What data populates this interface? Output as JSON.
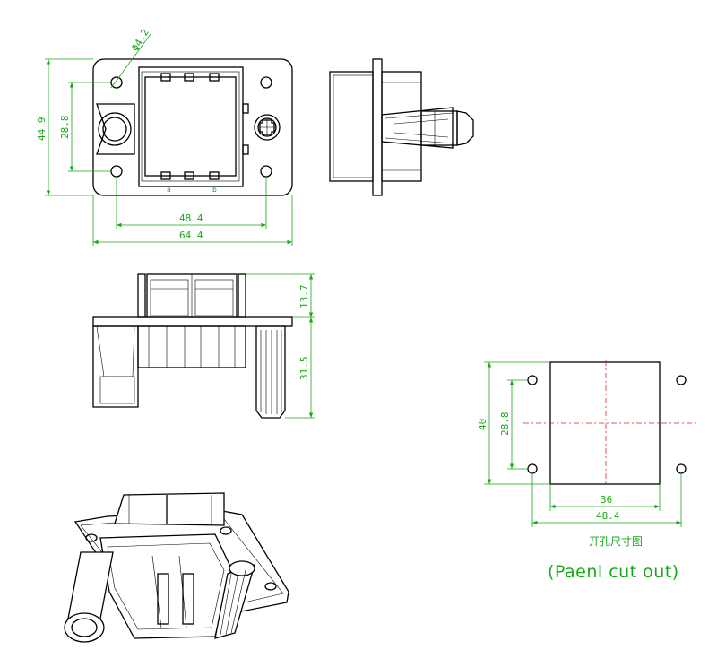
{
  "colors": {
    "outline": "#000000",
    "dimension": "#1aa81a",
    "centerline": "#e02020",
    "background": "#ffffff"
  },
  "front_view": {
    "dim_hole_diameter": "Φ4.2",
    "dim_height_total": "44.9",
    "dim_height_holes": "28.8",
    "dim_width_holes": "48.4",
    "dim_width_total": "64.4",
    "terminal_label_a": "a",
    "terminal_label_b": "b"
  },
  "bottom_view": {
    "dim_top": "13.7",
    "dim_bottom": "31.5"
  },
  "panel_cutout": {
    "dim_height_total": "40",
    "dim_height_holes": "28.8",
    "dim_width_cutout": "36",
    "dim_width_holes": "48.4",
    "caption_cn": "开孔尺寸图",
    "caption_en": "(Paenl cut out)"
  }
}
